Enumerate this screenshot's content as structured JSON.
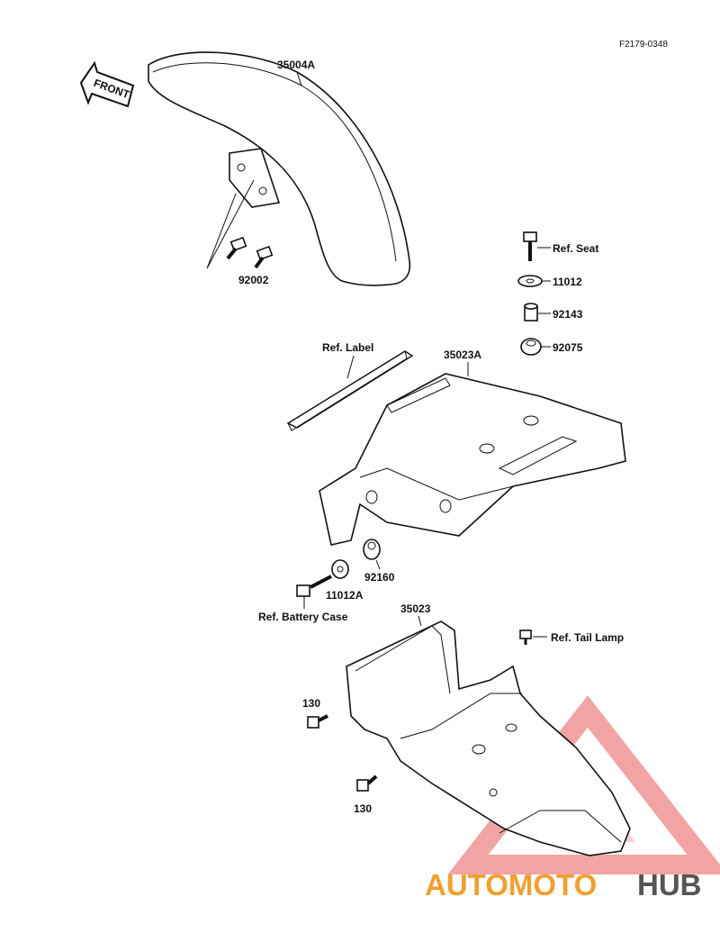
{
  "figure_code": "F2179-0348",
  "direction_label": "FRONT",
  "parts": {
    "front_fender": "35004A",
    "front_fender_bolt": "92002",
    "seat_bolt_ref": "Ref. Seat",
    "washer": "11012",
    "collar": "92143",
    "grommet_top": "92075",
    "label_ref": "Ref. Label",
    "rear_fender_upper": "35023A",
    "grommet_lower": "92160",
    "washer_lower": "11012A",
    "battery_case_ref": "Ref. Battery Case",
    "rear_fender_lower": "35023",
    "tail_lamp_ref": "Ref. Tail Lamp",
    "bolt_upper": "130",
    "bolt_lower": "130"
  },
  "watermark": {
    "text_part1": "AUTOMOTO",
    "text_part2": "HUB",
    "color_accent": "#f0a030",
    "color_dark": "#555555",
    "color_logo": "#e85a5a"
  }
}
